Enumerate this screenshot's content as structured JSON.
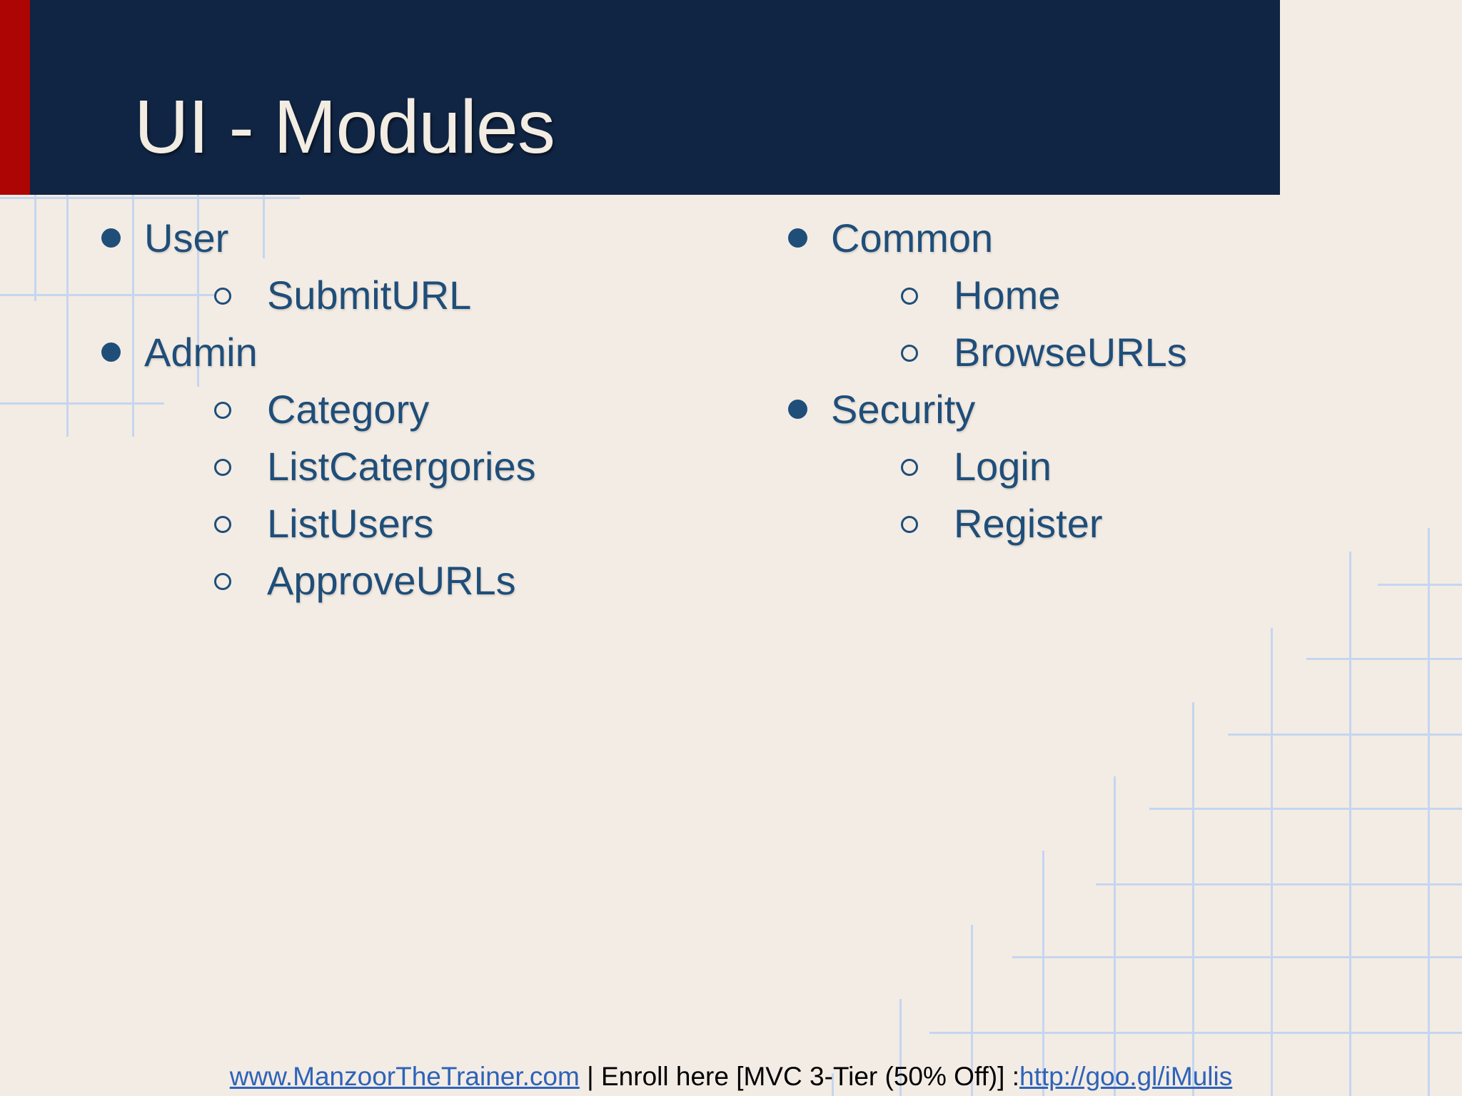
{
  "header": {
    "title": "UI - Modules",
    "accent_color": "#ad0404",
    "band_color": "#102443",
    "title_color": "#f2ece2"
  },
  "theme": {
    "background_color": "#f3ece5",
    "body_text_color": "#1f4e79",
    "grid_color": "#c5d6ee",
    "link_color": "#2e63b8"
  },
  "columns": [
    {
      "name": "left",
      "groups": [
        {
          "label": "User",
          "children": [
            "SubmitURL"
          ]
        },
        {
          "label": "Admin",
          "children": [
            "Category",
            "ListCatergories",
            "ListUsers",
            "ApproveURLs"
          ]
        }
      ]
    },
    {
      "name": "right",
      "groups": [
        {
          "label": "Common",
          "children": [
            "Home",
            "BrowseURLs"
          ]
        },
        {
          "label": "Security",
          "children": [
            "Login",
            "Register"
          ]
        }
      ]
    }
  ],
  "footer": {
    "site_link": "www.ManzoorTheTrainer.com",
    "middle_text": " | Enroll here [MVC 3-Tier (50% Off)] :",
    "promo_link": "http://goo.gl/iMulis"
  }
}
